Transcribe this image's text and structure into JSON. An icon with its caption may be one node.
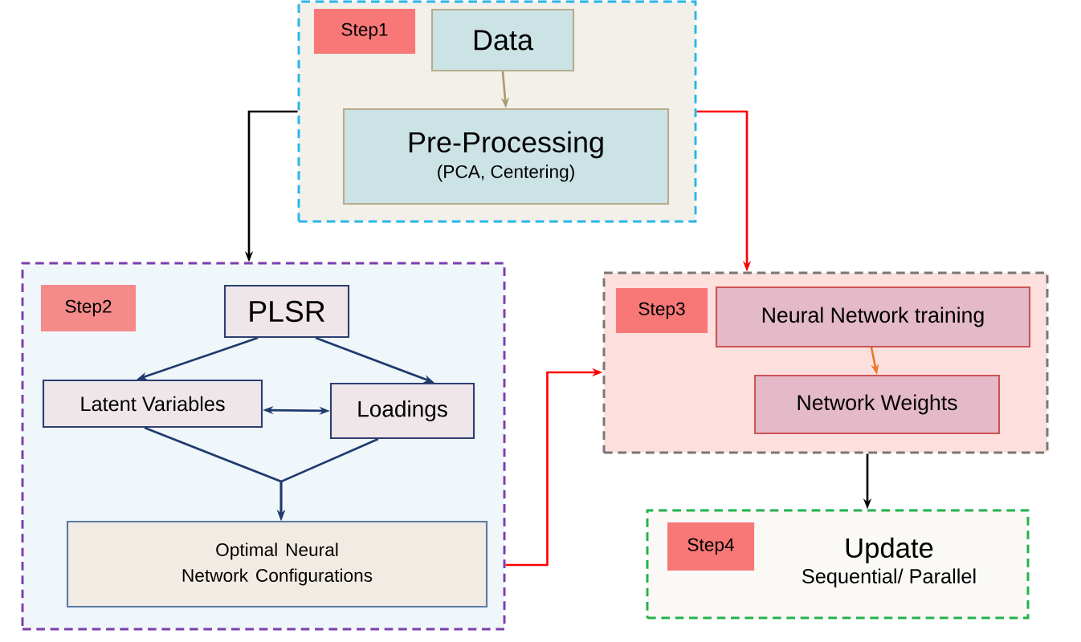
{
  "diagram": {
    "nodes": [
      {
        "text": [],
        "shape": "box"
      },
      {
        "text": [
          "Step1"
        ],
        "in": 0
      },
      {
        "text": [
          "Data"
        ],
        "in": 0
      },
      {
        "text": [
          "Pre-Processing",
          "(PCA, Centering)"
        ],
        "in": 0
      },
      {
        "text": [],
        "shape": "box"
      },
      {
        "text": [
          "Step2"
        ],
        "in": 4
      },
      {
        "text": [
          "PLSR"
        ],
        "in": 4
      },
      {
        "text": [
          "Latent Variables"
        ],
        "in": 4
      },
      {
        "text": [
          "Loadings"
        ],
        "in": 4
      },
      {
        "text": [
          "Optimal Neural Network Configurations"
        ],
        "in": 4
      },
      {
        "text": [],
        "shape": "box"
      },
      {
        "text": [
          "Step3"
        ],
        "in": 10
      },
      {
        "text": [
          "Neural Network training"
        ],
        "in": 10
      },
      {
        "text": [
          "Network Weights"
        ],
        "in": 10
      },
      {
        "text": [
          "Update",
          "Sequential/ Parallel"
        ]
      },
      {
        "text": [
          "Step4"
        ],
        "in": 14
      }
    ],
    "edges": [
      {
        "from": 2,
        "to": 3,
        "arrow": "to",
        "color": "#a89c70"
      },
      {
        "from": 0,
        "to": 4,
        "arrow": "to",
        "color": "#000000"
      },
      {
        "from": 0,
        "to": 10,
        "arrow": "to",
        "color": "#ff0000"
      },
      {
        "from": 6,
        "to": 7,
        "arrow": "to"
      },
      {
        "from": 6,
        "to": 8,
        "arrow": "to"
      },
      {
        "from": 7,
        "to": 8,
        "arrow": "both"
      },
      {
        "from": 7,
        "to": 9,
        "arrow": "to"
      },
      {
        "from": 8,
        "to": 9,
        "arrow": "to"
      },
      {
        "from": 4,
        "to": 10,
        "arrow": "to",
        "color": "#ff0000"
      },
      {
        "from": 12,
        "to": 13,
        "arrow": "to",
        "color": "#e87a2a"
      },
      {
        "from": 10,
        "to": 14,
        "arrow": "to",
        "color": "#000000"
      }
    ]
  }
}
